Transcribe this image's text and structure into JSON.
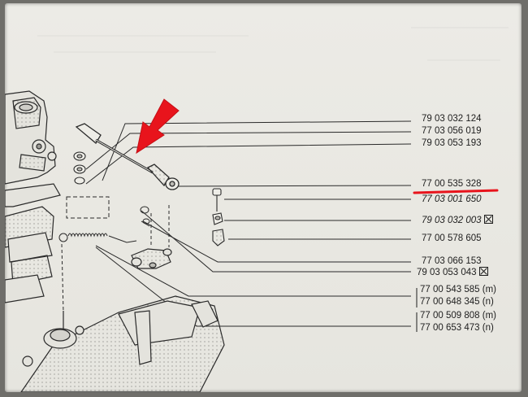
{
  "part_numbers": [
    {
      "code": "79 03 032 124",
      "italic": false,
      "marked": false
    },
    {
      "code": "77 03 056 019",
      "italic": false,
      "marked": false
    },
    {
      "code": "79 03 053 193",
      "italic": false,
      "marked": false
    },
    {
      "code": "77 00 535 328",
      "italic": false,
      "marked": false
    },
    {
      "code": "77 03 001 650",
      "italic": true,
      "marked": false
    },
    {
      "code": "79 03 032 003",
      "italic": true,
      "marked": true
    },
    {
      "code": "77 00 578 605",
      "italic": false,
      "marked": false
    },
    {
      "code": "77 03 066 153",
      "italic": false,
      "marked": false
    },
    {
      "code": "79 03 053 043",
      "italic": false,
      "marked": true
    },
    {
      "code": "77 00 543 585 (m)",
      "italic": false,
      "marked": false
    },
    {
      "code": "77 00 648 345 (n)",
      "italic": false,
      "marked": false
    },
    {
      "code": "77 00 509 808 (m)",
      "italic": false,
      "marked": false
    },
    {
      "code": "77 00 653 473 (n)",
      "italic": false,
      "marked": false
    }
  ],
  "highlight": {
    "color": "#e8141c",
    "code_index": 3
  },
  "colors": {
    "ink": "#1e1e1e",
    "paper": "#ebeae4",
    "background": "#6f6e6a"
  }
}
